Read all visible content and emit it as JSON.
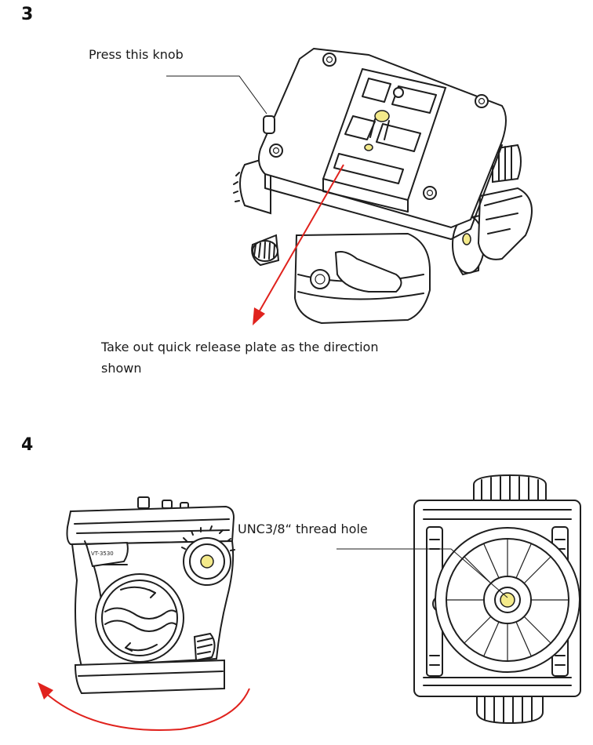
{
  "steps": [
    {
      "number": "3",
      "callouts": {
        "knob": "Press this knob",
        "direction_line1": "Take out quick release plate as the direction",
        "direction_line2": "shown"
      }
    },
    {
      "number": "4",
      "callouts": {
        "thread_hole": "UNC3/8“ thread hole"
      },
      "model_label": "VT-3530"
    }
  ],
  "colors": {
    "arrow": "#e0221d",
    "accent_fill": "#f4ea8a",
    "line": "#1e1e1e"
  }
}
